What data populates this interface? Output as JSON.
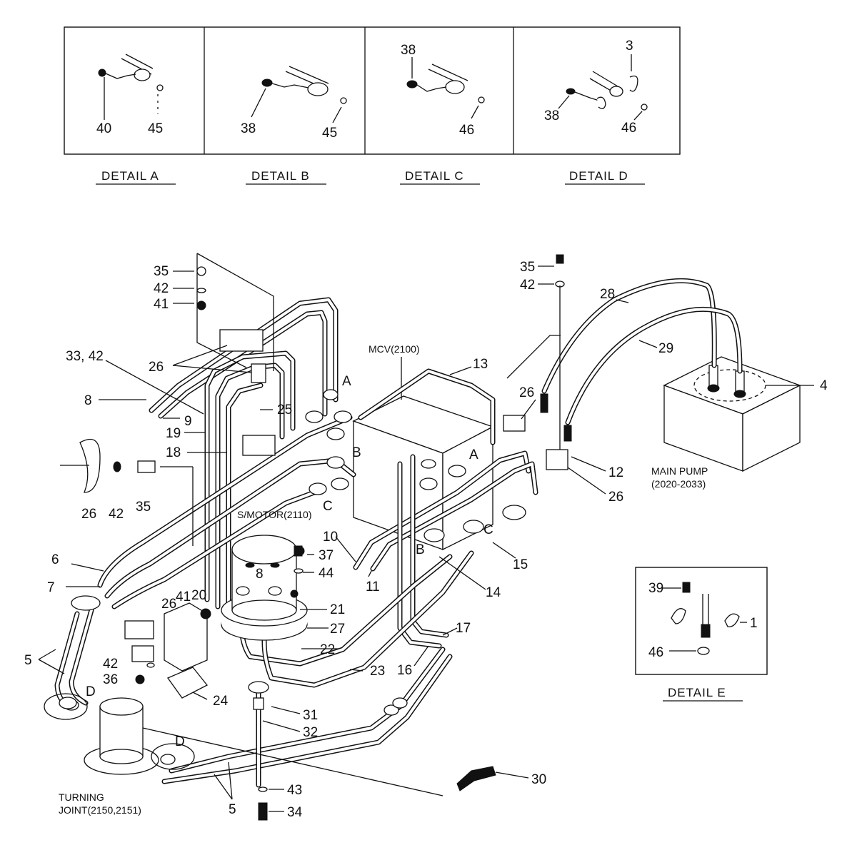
{
  "details": [
    {
      "caption": "DETAIL  A",
      "labels": [
        "40",
        "45"
      ]
    },
    {
      "caption": "DETAIL  B",
      "labels": [
        "38",
        "45"
      ]
    },
    {
      "caption": "DETAIL  C",
      "labels": [
        "38",
        "46"
      ]
    },
    {
      "caption": "DETAIL  D",
      "labels": [
        "3",
        "38",
        "46"
      ]
    }
  ],
  "detail_e": {
    "caption": "DETAIL  E",
    "labels": [
      "39",
      "1",
      "46"
    ]
  },
  "components": {
    "mcv": "MCV(2100)",
    "smotor": "S/MOTOR(2110)",
    "main_pump_1": "MAIN PUMP",
    "main_pump_2": "(2020-2033)",
    "turning_joint_1": "TURNING",
    "turning_joint_2": "JOINT(2150,2151)"
  },
  "view_markers": [
    "A",
    "B",
    "C",
    "A",
    "B",
    "C",
    "D",
    "D"
  ],
  "part_numbers": {
    "p35a": "35",
    "p42a": "42",
    "p41a": "41",
    "p3342": "33, 42",
    "p26a": "26",
    "p8a": "8",
    "p9": "9",
    "p19": "19",
    "p25a": "25",
    "p18": "18",
    "p26b": "26",
    "p42b": "42",
    "p35b": "35",
    "p6": "6",
    "p7": "7",
    "p5a": "5",
    "p35c": "35",
    "p42c": "42",
    "p28": "28",
    "p29": "29",
    "p4": "4",
    "p13": "13",
    "p26c": "26",
    "p12": "12",
    "p26d": "26",
    "p10": "10",
    "p11": "11",
    "p15": "15",
    "p14": "14",
    "p37": "37",
    "p44": "44",
    "p8b": "8",
    "p20": "20",
    "p21": "21",
    "p27": "27",
    "p26e": "26",
    "p41b": "41",
    "p42d": "42",
    "p36": "36",
    "p24": "24",
    "p22": "22",
    "p23": "23",
    "p16": "16",
    "p17": "17",
    "p31": "31",
    "p32": "32",
    "p43": "43",
    "p34": "34",
    "p30": "30",
    "p5b": "5"
  }
}
